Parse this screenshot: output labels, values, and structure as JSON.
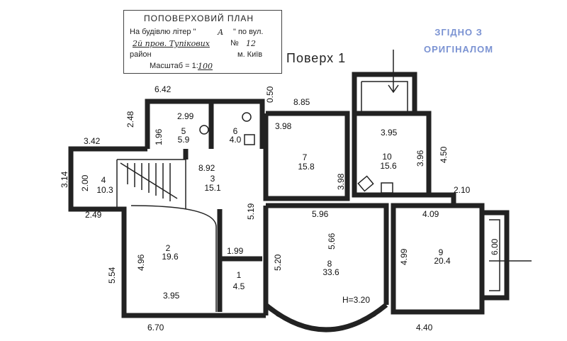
{
  "stamp": {
    "title": "ПОПОВЕРХОВИЙ ПЛАН",
    "building_label": "На будівлю літер \"",
    "building_letter": "А",
    "street_label": "\" по вул.",
    "street_value": "2й пров. Тупікових",
    "number_label": "№",
    "number_value": "12",
    "city": "м. Київ",
    "district_label": "район",
    "scale_label": "Масштаб = 1:",
    "scale_value": "100"
  },
  "floor_label": "Поверх 1",
  "certified_stamp": [
    "ЗГІДНО З",
    "ОРИГІНАЛОМ"
  ],
  "rooms": [
    {
      "number": "1",
      "area": "4.5"
    },
    {
      "number": "2",
      "area": "19.6"
    },
    {
      "number": "3",
      "area": "15.1"
    },
    {
      "number": "4",
      "area": "10.3"
    },
    {
      "number": "5",
      "area": "5.9"
    },
    {
      "number": "6",
      "area": "4.0"
    },
    {
      "number": "7",
      "area": "15.8"
    },
    {
      "number": "8",
      "area": "33.6"
    },
    {
      "number": "9",
      "area": "20.4"
    },
    {
      "number": "10",
      "area": "15.6"
    }
  ],
  "dimensions": {
    "d_642": "6.42",
    "d_050": "0.50",
    "d_885": "8.85",
    "d_248": "2.48",
    "d_299": "2.99",
    "d_196": "1.96",
    "d_398a": "3.98",
    "d_395a": "3.95",
    "d_396": "3.96",
    "d_450": "4.50",
    "d_342": "3.42",
    "d_892": "8.92",
    "d_314": "3.14",
    "d_200": "2.00",
    "d_398b": "3.98",
    "d_210": "2.10",
    "d_249": "2.49",
    "d_519": "5.19",
    "d_596": "5.96",
    "d_409": "4.09",
    "d_566": "5.66",
    "d_600": "6.00",
    "d_554": "5.54",
    "d_496": "4.96",
    "d_199": "1.99",
    "d_520": "5.20",
    "d_499": "4.99",
    "d_395b": "3.95",
    "d_height": "H=3.20",
    "d_670": "6.70",
    "d_440": "4.40"
  }
}
